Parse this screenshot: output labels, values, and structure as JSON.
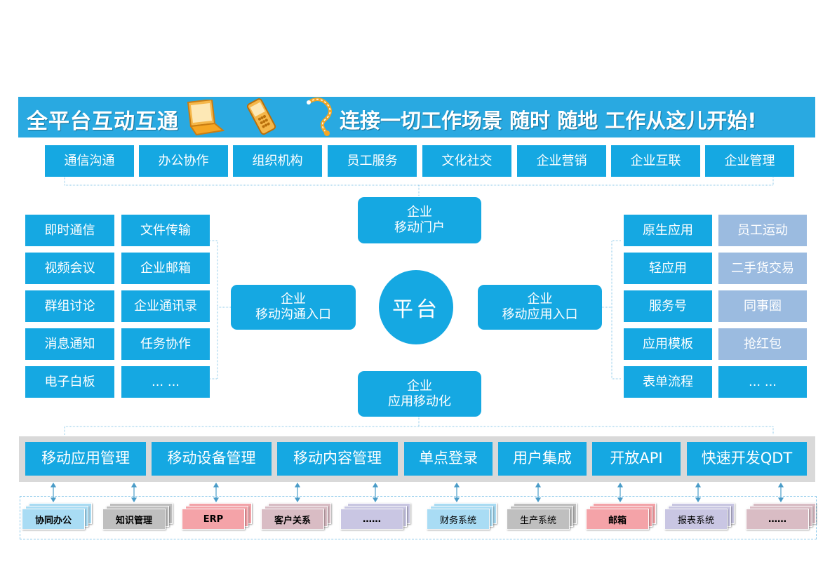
{
  "banner": {
    "title": "全平台互动互通",
    "slogan": "连接一切工作场景 随时 随地 工作从这儿开始!",
    "icons": [
      "laptop-icon",
      "phone-icon",
      "connector-icon"
    ]
  },
  "categories": [
    "通信沟通",
    "办公协作",
    "组织机构",
    "员工服务",
    "文化社交",
    "企业营销",
    "企业互联",
    "企业管理"
  ],
  "left_features": [
    "即时通信",
    "文件传输",
    "视频会议",
    "企业邮箱",
    "群组讨论",
    "企业通讯录",
    "消息通知",
    "任务协作",
    "电子白板",
    "... ..."
  ],
  "right_features": [
    "原生应用",
    "员工运动",
    "轻应用",
    "二手货交易",
    "服务号",
    "同事圈",
    "应用模板",
    "抢红包",
    "表单流程",
    "... ..."
  ],
  "center": {
    "platform": "平台",
    "top": [
      "企业",
      "移动门户"
    ],
    "bottom": [
      "企业",
      "应用移动化"
    ],
    "left": [
      "企业",
      "移动沟通入口"
    ],
    "right": [
      "企业",
      "移动应用入口"
    ]
  },
  "management": [
    "移动应用管理",
    "移动设备管理",
    "移动内容管理",
    "单点登录",
    "用户集成",
    "开放API",
    "快速开发QDT"
  ],
  "systems": [
    {
      "label": "协同办公",
      "color": "#a9dcf4"
    },
    {
      "label": "知识管理",
      "color": "#bfbfbf"
    },
    {
      "label": "ERP",
      "color": "#f4a3a8"
    },
    {
      "label": "客户关系",
      "color": "#d9bcc4"
    },
    {
      "label": "……",
      "color": "#c9c6e3"
    },
    {
      "label": "财务系统",
      "color": "#a9dcf4"
    },
    {
      "label": "生产系统",
      "color": "#bfbfbf"
    },
    {
      "label": "邮箱",
      "color": "#f4a3a8"
    },
    {
      "label": "报表系统",
      "color": "#c9c6e3"
    },
    {
      "label": "……",
      "color": "#d9bcc4"
    }
  ],
  "colors": {
    "primary": "#15a8e2",
    "banner": "#29a9e1",
    "secondary": "#9bbbe0",
    "band": "#d9d9d9"
  }
}
